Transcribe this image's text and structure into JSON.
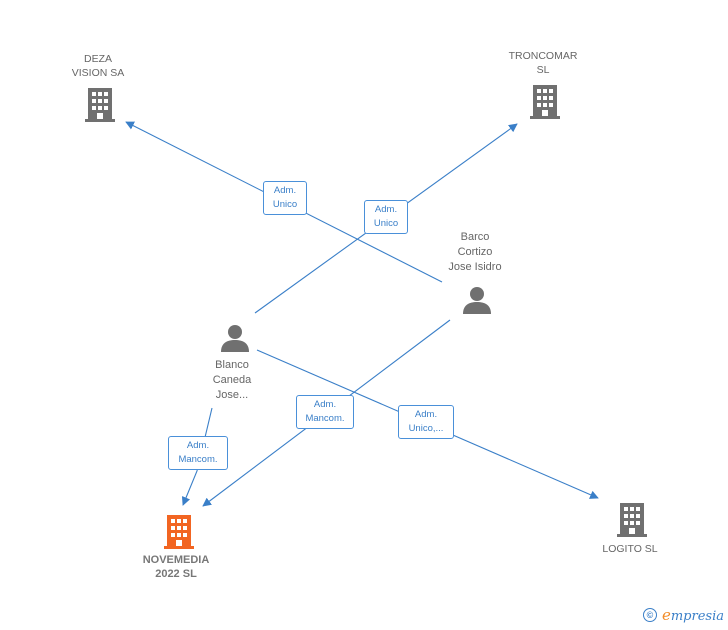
{
  "nodes": {
    "deza": {
      "label": "DEZA\nVISION SA",
      "type": "company"
    },
    "troncomar": {
      "label": "TRONCOMAR\nSL",
      "type": "company"
    },
    "barco": {
      "label": "Barco\nCortizo\nJose Isidro",
      "type": "person"
    },
    "blanco": {
      "label": "Blanco\nCaneda\nJose...",
      "type": "person"
    },
    "novemedia": {
      "label": "NOVEMEDIA\n2022  SL",
      "type": "company",
      "highlight": true
    },
    "logito": {
      "label": "LOGITO  SL",
      "type": "company"
    }
  },
  "edges": [
    {
      "from": "barco",
      "to": "deza",
      "label": "Adm.\nUnico"
    },
    {
      "from": "blanco",
      "to": "troncomar",
      "label": "Adm.\nUnico"
    },
    {
      "from": "barco",
      "to": "novemedia",
      "label": "Adm.\nMancom."
    },
    {
      "from": "blanco",
      "to": "novemedia",
      "label": "Adm.\nMancom."
    },
    {
      "from": "blanco",
      "to": "logito",
      "label": "Adm.\nUnico,..."
    }
  ],
  "colors": {
    "edge": "#3a7fc8",
    "company_icon": "#707070",
    "person_icon": "#707070",
    "highlight_icon": "#f26522"
  },
  "icons": {
    "company": "building-icon",
    "person": "person-icon"
  },
  "brand": {
    "copyright_symbol": "©",
    "name_first": "e",
    "name_rest": "mpresia"
  }
}
